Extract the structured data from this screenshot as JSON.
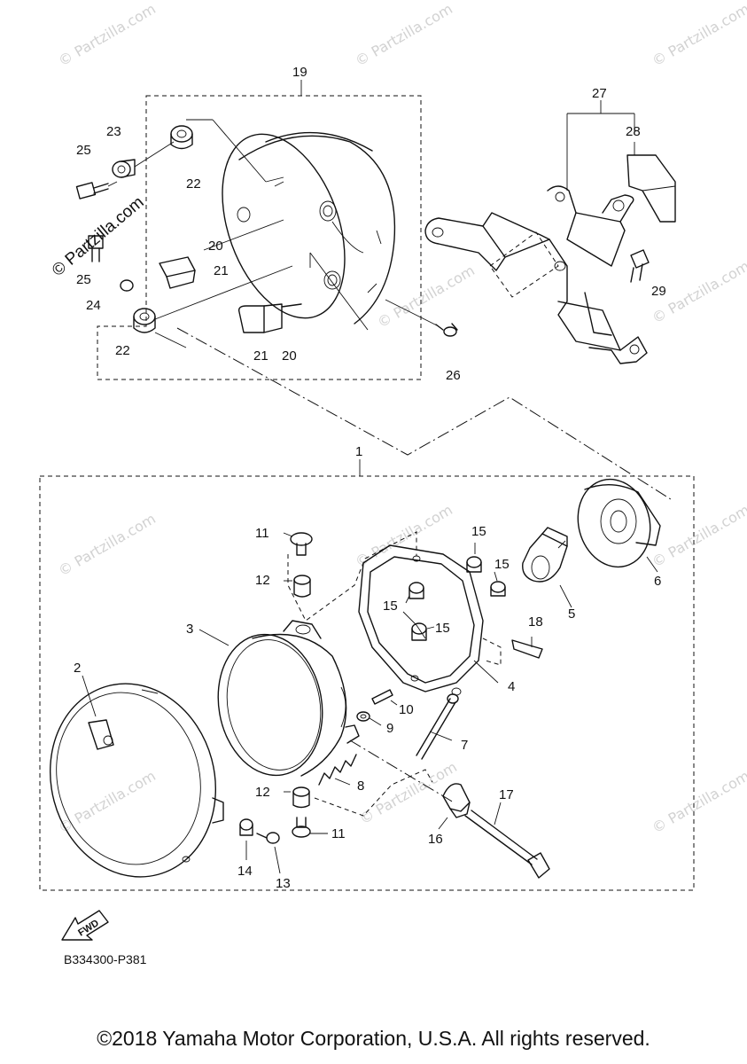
{
  "watermark_text": "© Partzilla.com",
  "diagram_code": "B334300-P381",
  "copyright": "©2018 Yamaha Motor Corporation, U.S.A. All rights reserved.",
  "fwd_label": "FWD",
  "groups": {
    "upper": "19",
    "lower": "1",
    "bracket": "27"
  },
  "callouts": {
    "c1": "1",
    "c2": "2",
    "c3": "3",
    "c4": "4",
    "c5": "5",
    "c6": "6",
    "c7": "7",
    "c8": "8",
    "c9": "9",
    "c10": "10",
    "c11a": "11",
    "c11b": "11",
    "c12a": "12",
    "c12b": "12",
    "c13": "13",
    "c14": "14",
    "c15a": "15",
    "c15b": "15",
    "c15c": "15",
    "c15d": "15",
    "c16": "16",
    "c17": "17",
    "c18": "18",
    "c19": "19",
    "c20a": "20",
    "c20b": "20",
    "c21a": "21",
    "c21b": "21",
    "c22a": "22",
    "c22b": "22",
    "c23": "23",
    "c24": "24",
    "c25a": "25",
    "c25b": "25",
    "c26": "26",
    "c27": "27",
    "c28": "28",
    "c29": "29"
  }
}
